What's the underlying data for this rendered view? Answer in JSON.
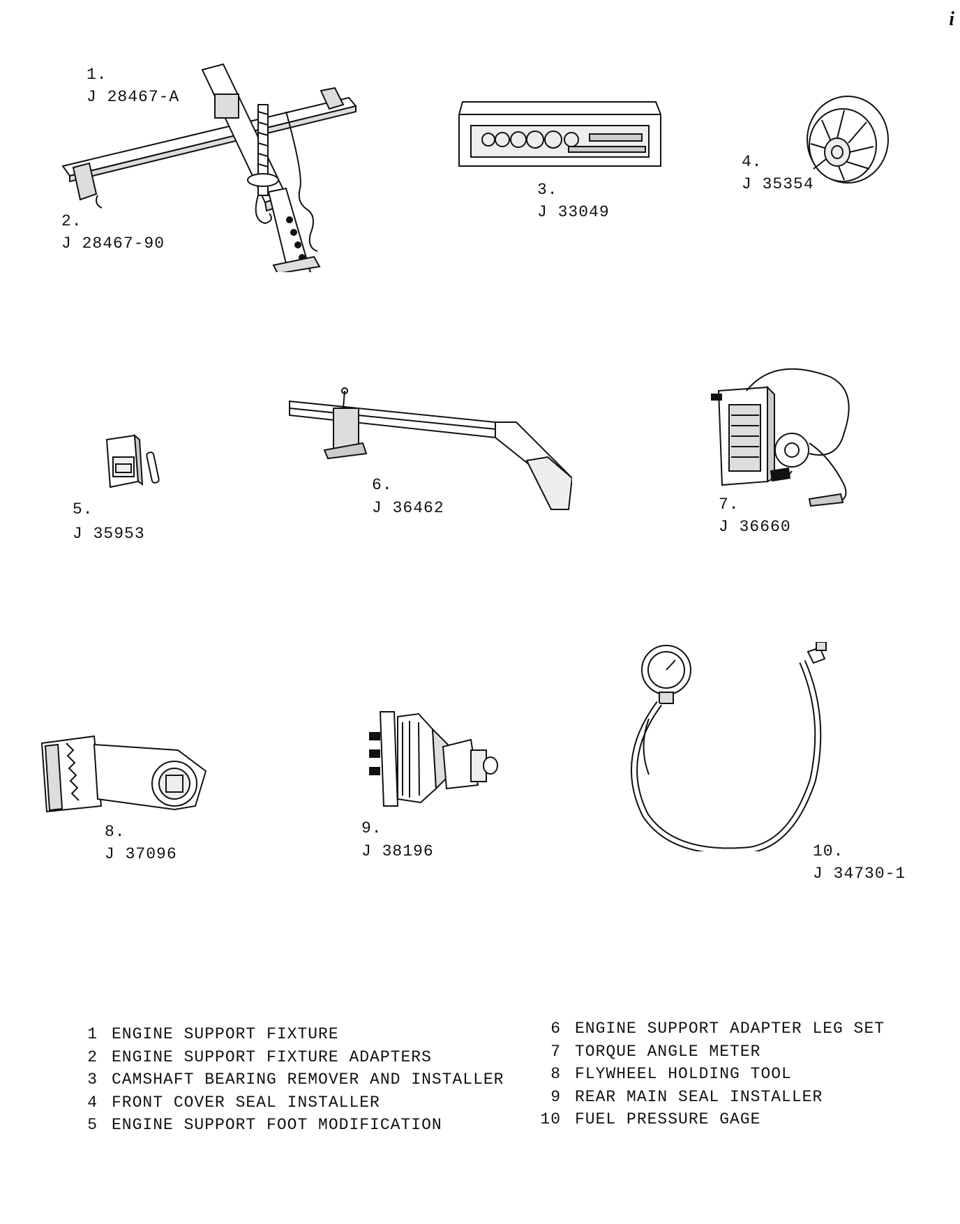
{
  "corner_mark": "i",
  "tools": [
    {
      "num": "1.",
      "part": "J 28467-A"
    },
    {
      "num": "2.",
      "part": "J 28467-90"
    },
    {
      "num": "3.",
      "part": "J 33049"
    },
    {
      "num": "4.",
      "part": "J 35354"
    },
    {
      "num": "5.",
      "part": "J 35953"
    },
    {
      "num": "6.",
      "part": "J 36462"
    },
    {
      "num": "7.",
      "part": "J 36660"
    },
    {
      "num": "8.",
      "part": "J 37096"
    },
    {
      "num": "9.",
      "part": "J 38196"
    },
    {
      "num": "10.",
      "part": "J 34730-1"
    }
  ],
  "legend_left": [
    {
      "num": "1",
      "text": "ENGINE SUPPORT FIXTURE"
    },
    {
      "num": "2",
      "text": "ENGINE SUPPORT FIXTURE ADAPTERS"
    },
    {
      "num": "3",
      "text": "CAMSHAFT BEARING REMOVER AND INSTALLER"
    },
    {
      "num": "4",
      "text": "FRONT COVER SEAL INSTALLER"
    },
    {
      "num": "5",
      "text": "ENGINE SUPPORT FOOT MODIFICATION"
    }
  ],
  "legend_right": [
    {
      "num": "6",
      "text": "ENGINE SUPPORT ADAPTER LEG SET"
    },
    {
      "num": "7",
      "text": "TORQUE ANGLE METER"
    },
    {
      "num": "8",
      "text": "FLYWHEEL HOLDING TOOL"
    },
    {
      "num": "9",
      "text": "REAR MAIN SEAL INSTALLER"
    },
    {
      "num": "10",
      "text": "FUEL PRESSURE GAGE"
    }
  ]
}
